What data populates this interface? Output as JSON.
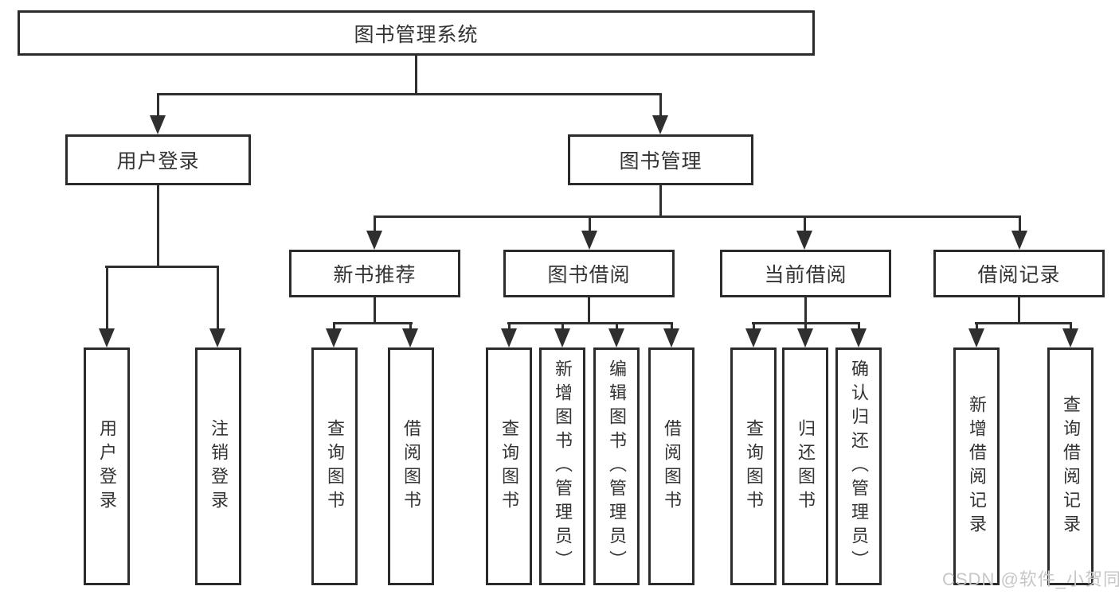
{
  "tree": {
    "root": {
      "label": "图书管理系统"
    },
    "children": [
      {
        "label": "用户登录",
        "children": [
          {
            "label": "用户登录"
          },
          {
            "label": "注销登录"
          }
        ]
      },
      {
        "label": "图书管理",
        "children": [
          {
            "label": "新书推荐",
            "children": [
              {
                "label": "查询图书"
              },
              {
                "label": "借阅图书"
              }
            ]
          },
          {
            "label": "图书借阅",
            "children": [
              {
                "label": "查询图书"
              },
              {
                "label": "新增图书（管理员）"
              },
              {
                "label": "编辑图书（管理员）"
              },
              {
                "label": "借阅图书"
              }
            ]
          },
          {
            "label": "当前借阅",
            "children": [
              {
                "label": "查询图书"
              },
              {
                "label": "归还图书"
              },
              {
                "label": "确认归还（管理员）"
              }
            ]
          },
          {
            "label": "借阅记录",
            "children": [
              {
                "label": "新增借阅记录"
              },
              {
                "label": "查询借阅记录"
              }
            ]
          }
        ]
      }
    ]
  },
  "watermark": {
    "text": "CSDN @软件_小贺同学"
  },
  "colors": {
    "line": "#2f2f2f",
    "box_border": "#2b2b2b",
    "box_background": "#ffffff",
    "text": "#333333",
    "watermark": "#c7c7c7",
    "page_background": "#ffffff"
  }
}
